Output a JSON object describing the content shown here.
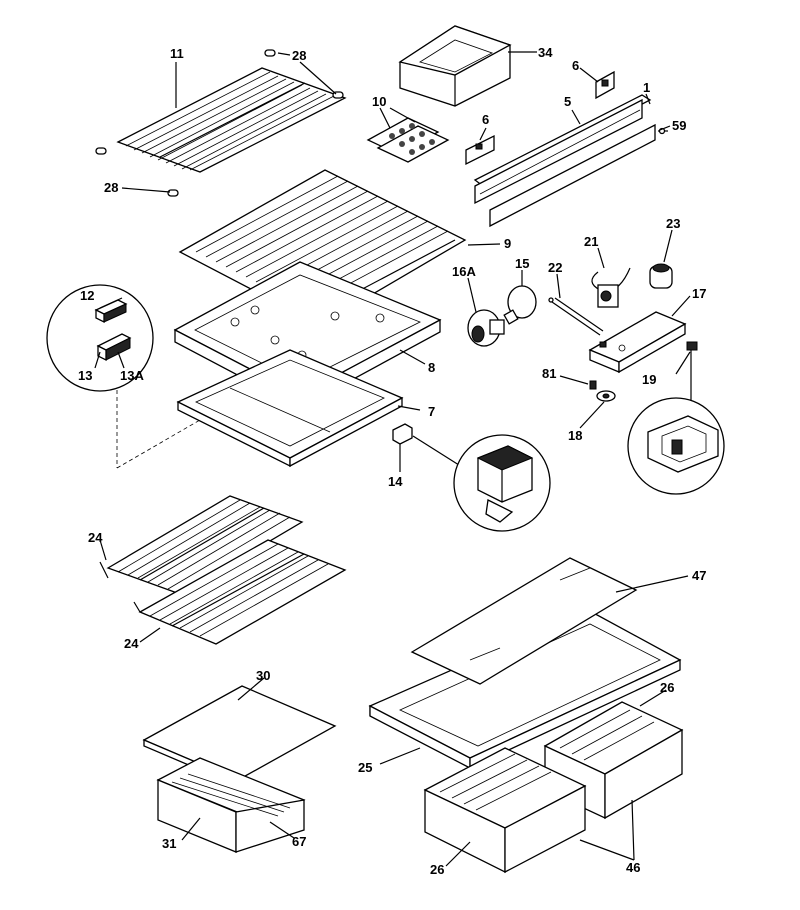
{
  "callouts": {
    "c1": "1",
    "c5": "5",
    "c6a": "6",
    "c6b": "6",
    "c7": "7",
    "c8": "8",
    "c9": "9",
    "c10": "10",
    "c11": "11",
    "c12": "12",
    "c13": "13",
    "c13a": "13A",
    "c14": "14",
    "c15": "15",
    "c16a": "16A",
    "c17": "17",
    "c18": "18",
    "c19": "19",
    "c21": "21",
    "c22": "22",
    "c23": "23",
    "c24a": "24",
    "c24b": "24",
    "c25": "25",
    "c26a": "26",
    "c26b": "26",
    "c28a": "28",
    "c28b": "28",
    "c30": "30",
    "c31": "31",
    "c34": "34",
    "c46": "46",
    "c47": "47",
    "c59": "59",
    "c67": "67",
    "c81": "81"
  }
}
